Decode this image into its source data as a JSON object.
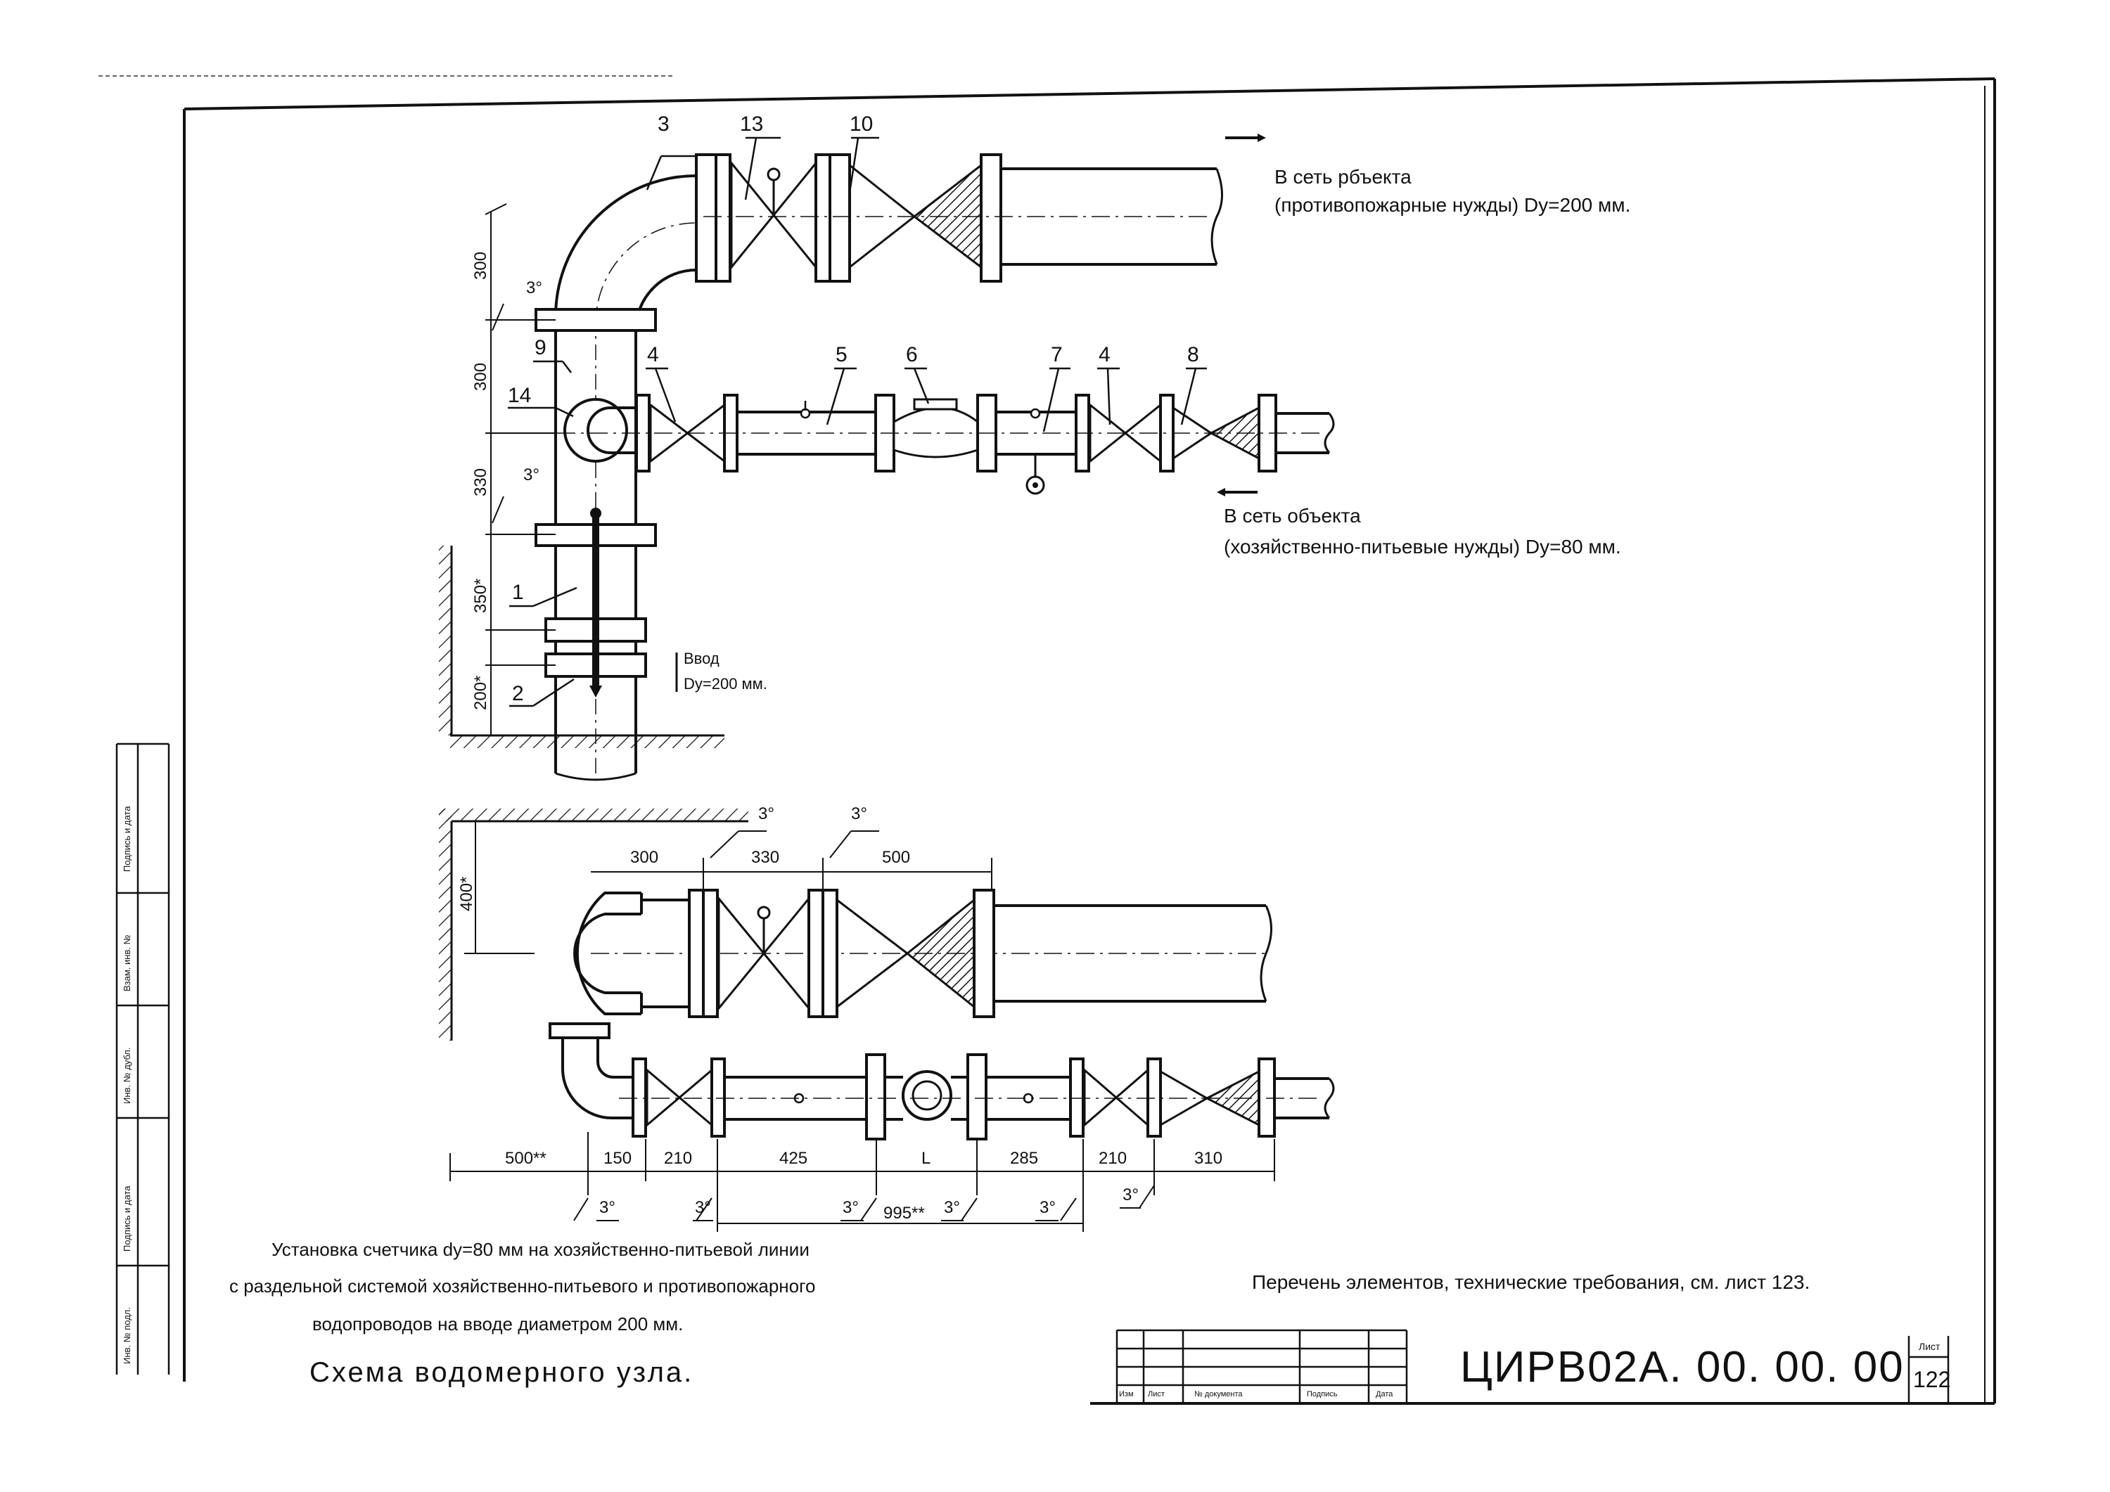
{
  "labels": {
    "n3": "3",
    "n13": "13",
    "n10": "10",
    "n9": "9",
    "n14": "14",
    "n4a": "4",
    "n5": "5",
    "n6": "6",
    "n7": "7",
    "n4b": "4",
    "n8": "8",
    "n1": "1",
    "n2": "2"
  },
  "notes": {
    "fire_title": "В сеть рбъекта",
    "fire_sub": "(противопожарные нужды) Dy=200 мм.",
    "house_title": "В сеть объекта",
    "house_sub": "(хозяйственно-питьевые нужды) Dy=80 мм.",
    "inlet_title": "Ввод",
    "inlet_sub": "Dy=200 мм."
  },
  "dims_upper": {
    "v300a": "300",
    "v300b": "300",
    "v330": "330",
    "v350": "350*",
    "v200": "200*",
    "ang1": "3°",
    "ang2": "3°"
  },
  "dims_lower": {
    "d400": "400*",
    "a1": "3°",
    "a2": "3°",
    "top300": "300",
    "top330": "330",
    "top500": "500",
    "b500": "500**",
    "b150": "150",
    "b210a": "210",
    "b425": "425",
    "bL": "L",
    "b285": "285",
    "b210b": "210",
    "b310": "310",
    "c1": "3°",
    "c2": "3°",
    "c3": "3°",
    "c995": "995**",
    "c4": "3°",
    "c5": "3°",
    "c6": "3°"
  },
  "caption": {
    "line1": "Установка счетчика dy=80 мм  на хозяйственно-питьевой линии",
    "line2": "с раздельной  системой хозяйственно-питьевого и противопожарного",
    "line3": "водопроводов на вводе диаметром 200 мм.",
    "title": "Схема водомерного узла."
  },
  "reference": "Перечень элементов, технические требования, см. лист 123.",
  "title_block": {
    "doc_code": "ЦИРВ02А. 00. 00. 00",
    "sheet_label": "Лист",
    "sheet_number": "122",
    "col_izm": "Изм",
    "col_list": "Лист",
    "col_doc": "№ документа",
    "col_sign": "Подпись",
    "col_date": "Дата"
  },
  "side_stamp": {
    "s1": "Подпись и дата",
    "s2": "Взам. инв. №",
    "s3": "Инв. № дубл.",
    "s4": "Подпись и дата",
    "s5": "Инв. № подл."
  }
}
